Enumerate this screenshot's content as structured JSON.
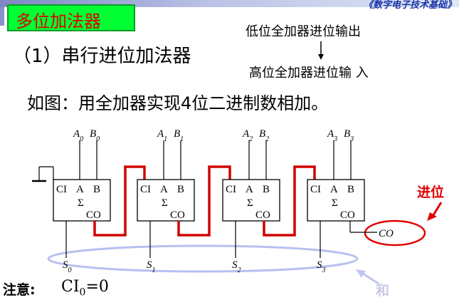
{
  "header": {
    "title": "多位加法器",
    "course": "《数字电子技术基础》"
  },
  "subtitle": "（1）串行进位加法器",
  "annotations": {
    "low_carry": "低位全加器进位输出",
    "high_carry": "高位全加器进位输 入"
  },
  "description": "如图：用全加器实现4位二进制数相加。",
  "diagram": {
    "adders": [
      {
        "a": "A",
        "b": "B",
        "idx": "0",
        "s": "S",
        "s_idx": "0"
      },
      {
        "a": "A",
        "b": "B",
        "idx": "1",
        "s": "S",
        "s_idx": "1"
      },
      {
        "a": "A",
        "b": "B",
        "idx": "2",
        "s": "S",
        "s_idx": "2"
      },
      {
        "a": "A",
        "b": "B",
        "idx": "3",
        "s": "S",
        "s_idx": "3"
      }
    ],
    "pin_ci": "CI",
    "pin_a": "A",
    "pin_b": "B",
    "sigma": "Σ",
    "pin_co": "CO",
    "co_out": "CO",
    "carry_label": "进位",
    "sum_label": "和",
    "colors": {
      "wire_carry": "#d00000",
      "ellipse": "#b8bff0",
      "label_red": "#e00000"
    }
  },
  "footer": {
    "note": "注意:",
    "ci0_main": "CI",
    "ci0_sub": "0",
    "ci0_value": "=0"
  }
}
